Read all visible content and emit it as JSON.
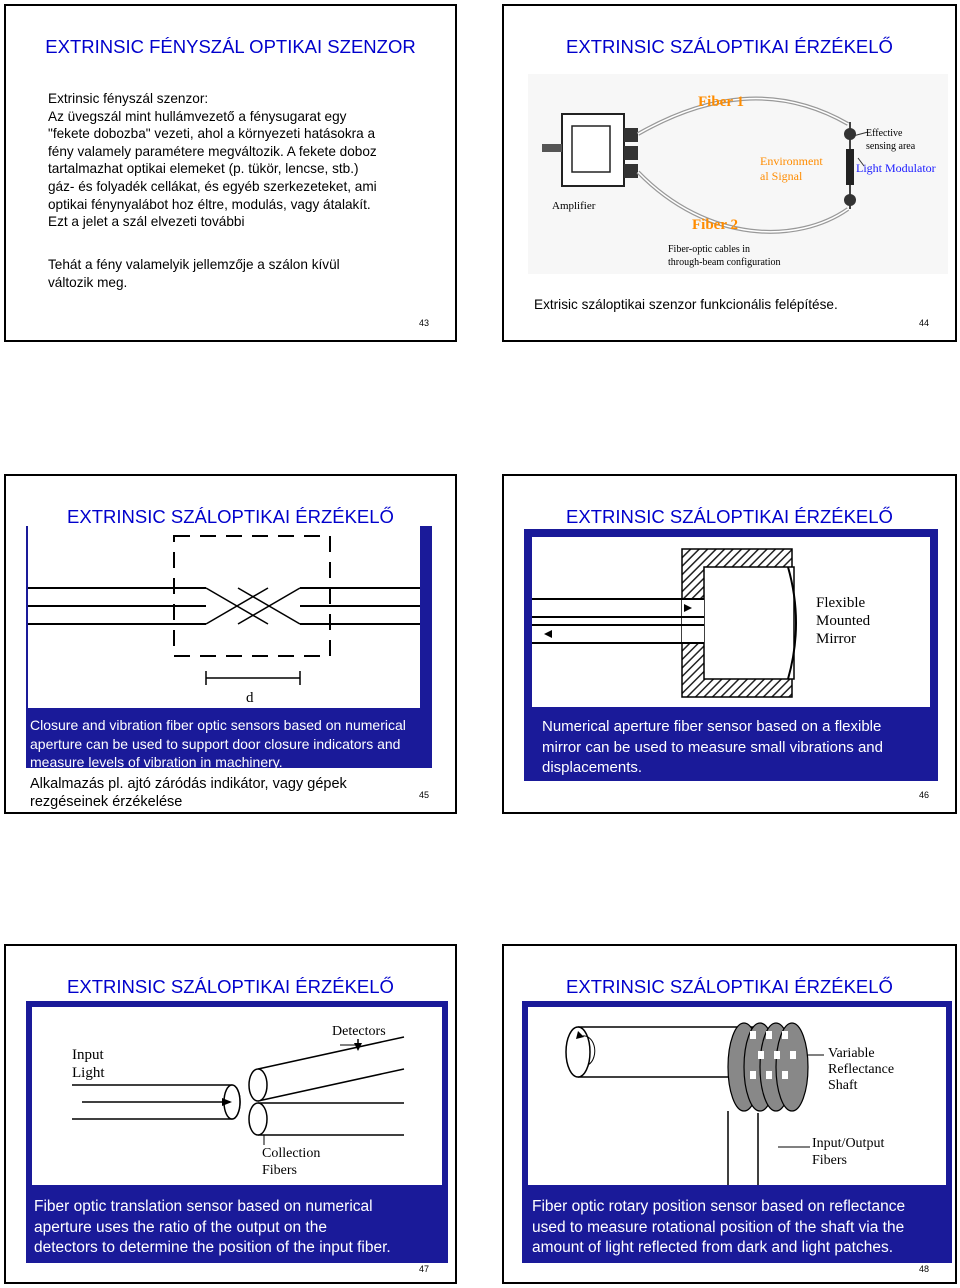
{
  "slides": [
    {
      "id": "43",
      "title": "EXTRINSIC FÉNYSZÁL OPTIKAI SZENZOR",
      "body": [
        "Extrinsic fényszál szenzor:",
        "Az üvegszál mint hullámvezető a fénysugarat egy",
        "\"fekete dobozba\" vezeti, ahol a környezeti hatásokra a",
        "fény valamely paramétere megváltozik. A fekete doboz",
        "tartalmazhat optikai elemeket (p. tükör, lencse, stb.)",
        "gáz- és folyadék cellákat, és egyéb szerkezeteket, ami",
        "optikai fénynyalábot hoz éltre, modulás, vagy átalakít.",
        "Ezt a jelet a szál elvezeti további"
      ],
      "body2": [
        "Tehát a fény valamelyik jellemzője  a szálon kívül",
        "változik meg."
      ],
      "page": "43"
    },
    {
      "id": "44",
      "title": "EXTRINSIC SZÁLOPTIKAI ÉRZÉKELŐ",
      "figure_labels": {
        "fiber1": "Fiber 1",
        "fiber2": "Fiber 2",
        "amplifier": "Amplifier",
        "env1": "Environment",
        "env2": "al Signal",
        "effective1": "Effective",
        "effective2": "sensing area",
        "modulator": "Light Modulator",
        "cables1": "Fiber-optic cables in",
        "cables2": "through-beam configuration"
      },
      "caption": "Extrisic száloptikai szenzor funkcionális felépítése.",
      "page": "44"
    },
    {
      "id": "45",
      "title": "EXTRINSIC SZÁLOPTIKAI ÉRZÉKELŐ",
      "figure_labels": {
        "d": "d"
      },
      "caption": [
        "Closure and vibration fiber optic sensors based on numerical",
        "aperture can be used to support door closure indicators and",
        "measure levels of vibration in machinery."
      ],
      "note": [
        "Alkalmazás pl. ajtó záródás indikátor, vagy gépek",
        "rezgéseinek érzékelése"
      ],
      "page": "45"
    },
    {
      "id": "46",
      "title": "EXTRINSIC SZÁLOPTIKAI ÉRZÉKELŐ",
      "figure_labels": {
        "l1": "Flexible",
        "l2": "Mounted",
        "l3": "Mirror"
      },
      "caption": [
        "Numerical aperture fiber sensor based on a flexible",
        "mirror can be used to measure small vibrations and",
        "displacements."
      ],
      "page": "46"
    },
    {
      "id": "47",
      "title": "EXTRINSIC SZÁLOPTIKAI ÉRZÉKELŐ",
      "figure_labels": {
        "input1": "Input",
        "input2": "Light",
        "detectors": "Detectors",
        "coll1": "Collection",
        "coll2": "Fibers"
      },
      "caption": [
        "Fiber optic translation sensor based on numerical",
        "aperture uses the ratio of the output on the",
        "detectors to determine the position of the input fiber."
      ],
      "page": "47"
    },
    {
      "id": "48",
      "title": "EXTRINSIC SZÁLOPTIKAI ÉRZÉKELŐ",
      "figure_labels": {
        "v1": "Variable",
        "v2": "Reflectance",
        "v3": "Shaft",
        "io1": "Input/Output",
        "io2": "Fibers"
      },
      "caption": [
        "Fiber optic rotary position sensor based on reflectance",
        "used to measure rotational position of the shaft via the",
        "amount of light reflected from dark and light patches."
      ],
      "page": "48"
    }
  ]
}
